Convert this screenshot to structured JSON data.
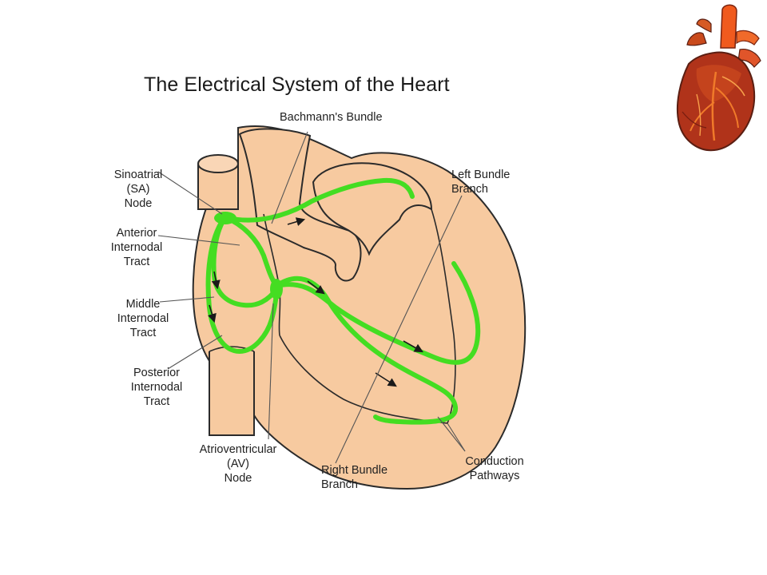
{
  "title": "The Electrical System of the Heart",
  "labels": {
    "bachmanns_bundle": "Bachmann's Bundle",
    "sa_node": "Sinoatrial\n(SA)\nNode",
    "anterior_tract": "Anterior\nInternodal\nTract",
    "middle_tract": "Middle\nInternodal\nTract",
    "posterior_tract": "Posterior\nInternodal\nTract",
    "av_node": "Atrioventricular\n(AV)\nNode",
    "right_bundle": "Right Bundle\nBranch",
    "left_bundle": "Left Bundle\nBranch",
    "conduction_pathways": "Conduction\nPathways"
  },
  "colors": {
    "heart_fill": "#f7caa0",
    "outline": "#2b2b2b",
    "conduction": "#44dd22",
    "conduction_dark": "#2aa515",
    "thumb_red": "#b0331a",
    "thumb_dark": "#5a1e12",
    "thumb_orange": "#f05a1e"
  },
  "decor": {
    "thumb_icon": "anatomical-heart-icon"
  }
}
